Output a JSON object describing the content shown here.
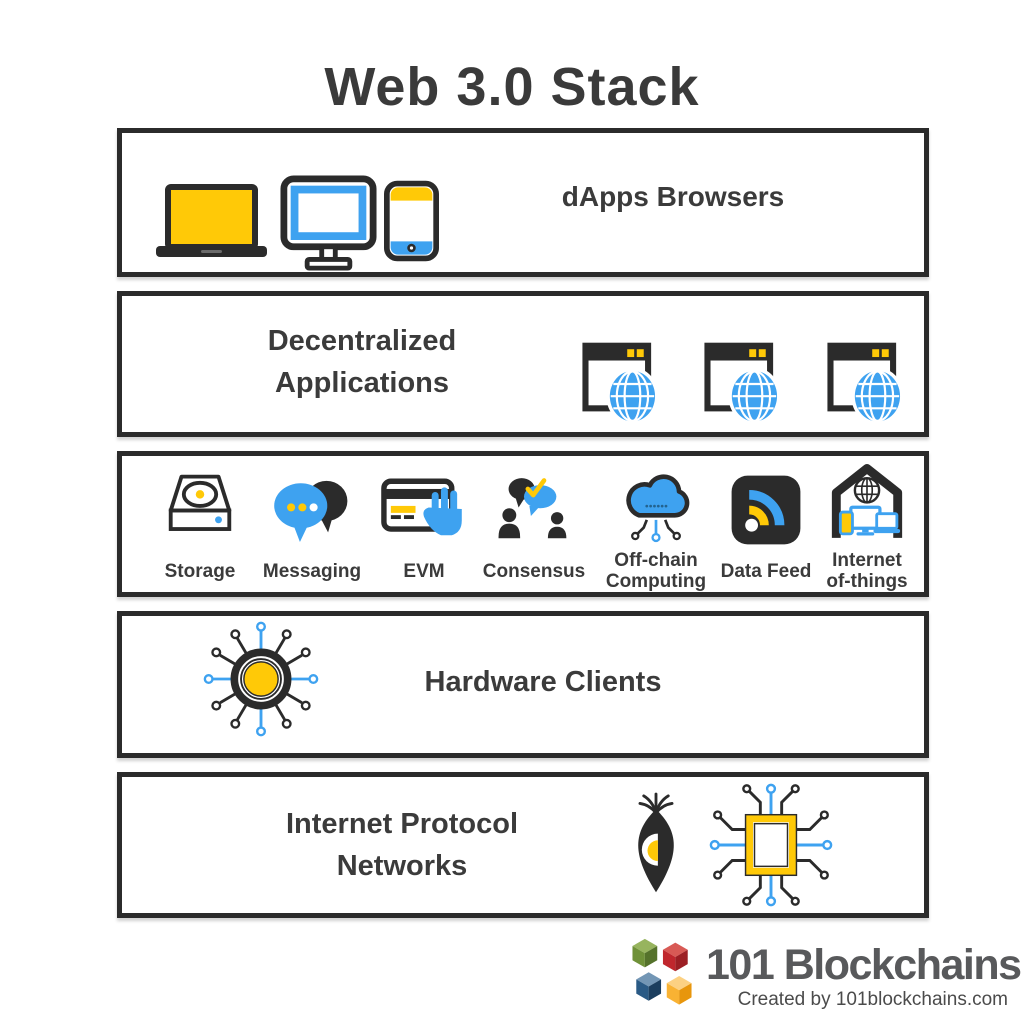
{
  "title": "Web 3.0 Stack",
  "layers": {
    "dapps": {
      "label": "dApps Browsers",
      "icons": [
        "laptop-icon",
        "desktop-monitor-icon",
        "smartphone-icon"
      ]
    },
    "decentralized": {
      "line1": "Decentralized",
      "line2": "Applications",
      "icons": [
        "browser-globe-icon",
        "browser-globe-icon",
        "browser-globe-icon"
      ]
    },
    "middleware": {
      "items": [
        {
          "label": "Storage",
          "icon": "hard-drive-icon"
        },
        {
          "label": "Messaging",
          "icon": "chat-bubbles-icon"
        },
        {
          "label": "EVM",
          "icon": "card-hand-icon"
        },
        {
          "label": "Consensus",
          "icon": "people-agreement-icon"
        },
        {
          "line1": "Off-chain",
          "line2": "Computing",
          "icon": "cloud-circuit-icon"
        },
        {
          "label": "Data Feed",
          "icon": "rss-feed-icon"
        },
        {
          "line1": "Internet",
          "line2": "of-things",
          "icon": "iot-house-icon"
        }
      ]
    },
    "hardware": {
      "label": "Hardware Clients",
      "icons": [
        "round-chip-icon"
      ]
    },
    "network": {
      "line1": "Internet Protocol",
      "line2": "Networks",
      "icons": [
        "onion-icon",
        "square-chip-icon"
      ]
    }
  },
  "footer": {
    "brand": "101 Blockchains",
    "credit": "Created by 101blockchains.com"
  },
  "colors": {
    "yellow": "#ffc907",
    "blue": "#3ea2f0",
    "dark": "#2b2b2b",
    "text": "#3b3b3b",
    "logo_gray": "#58595b",
    "cube_green": "#6f9138",
    "cube_red": "#c0272d",
    "cube_blue": "#2a5a85",
    "cube_orange": "#f9b233"
  }
}
